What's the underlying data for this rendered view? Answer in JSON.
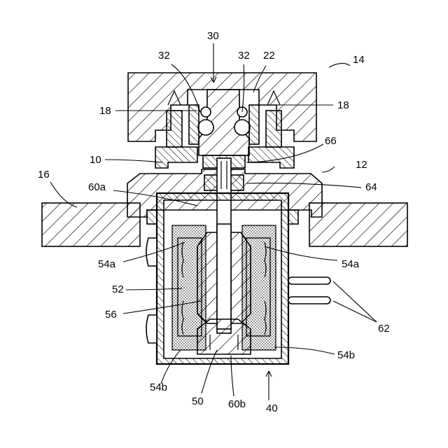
{
  "labels": {
    "l30": "30",
    "l14": "14",
    "l22": "22",
    "l32a": "32",
    "l32b": "32",
    "l18a": "18",
    "l18b": "18",
    "l66": "66",
    "l10": "10",
    "l12": "12",
    "l16": "16",
    "l60a": "60a",
    "l64": "64",
    "l54a_left": "54a",
    "l54a_right": "54a",
    "l52": "52",
    "l56": "56",
    "l62": "62",
    "l54b_right": "54b",
    "l54b_left": "54b",
    "l50": "50",
    "l60b": "60b",
    "l40": "40"
  }
}
